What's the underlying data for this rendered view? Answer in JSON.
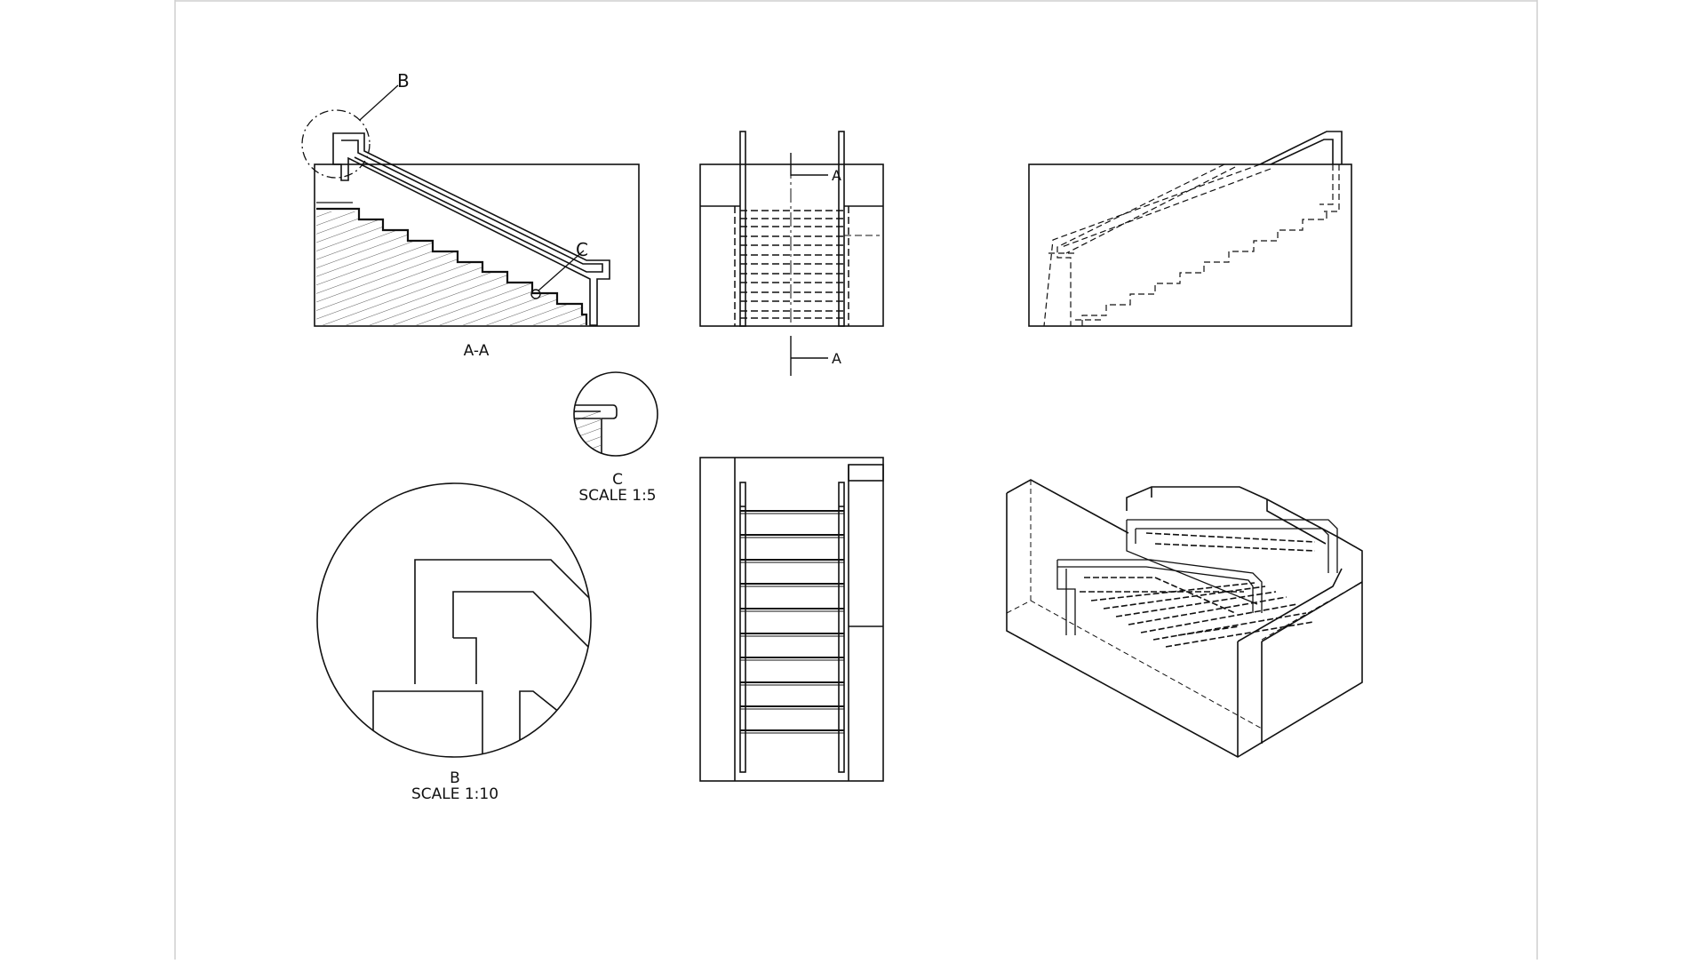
{
  "labels": {
    "detail_b_callout": "B",
    "detail_c_callout": "C",
    "section_title": "A-A",
    "cut_marker_top": "A",
    "cut_marker_bottom": "A",
    "detail_c_name": "C",
    "detail_c_scale": "SCALE 1:5",
    "detail_b_name": "B",
    "detail_b_scale": "SCALE 1:10"
  },
  "colors": {
    "ink": "#111111",
    "sheet_border": "#cfcfcf",
    "background": "#ffffff"
  }
}
